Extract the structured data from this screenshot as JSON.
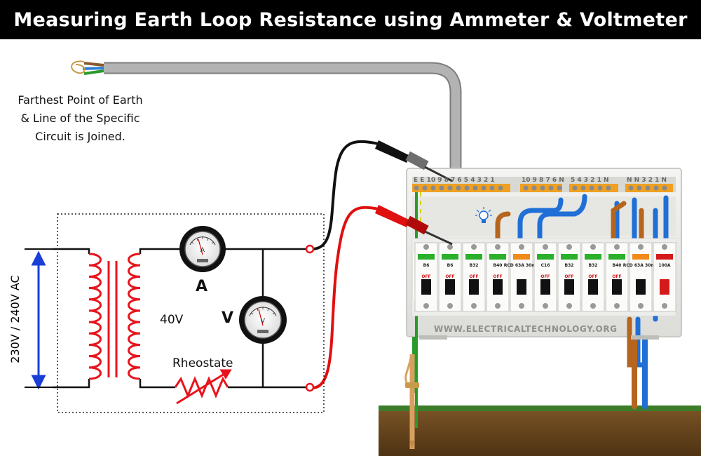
{
  "title": "Measuring Earth Loop Resistance using Ammeter & Voltmeter",
  "note": "Farthest Point of Earth & Line of the Specific Circuit is Joined.",
  "labels": {
    "supply": "230V / 240V AC",
    "secondary_voltage": "40V",
    "ammeter": "A",
    "voltmeter": "V",
    "rheostat": "Rheostate",
    "meter_ammeter_face": "A",
    "meter_voltmeter_face": "V"
  },
  "watermark": "WWW.ELECTRICALTECHNOLOGY.ORG",
  "terminal_strips": {
    "earth_bar": "E E 10 9 8 7 6 5 4 3 2 1",
    "neutral_bar_1": "10 9 8 7 6 N",
    "neutral_bar_2": "5 4 3 2 1 N",
    "neutral_bar_3": "N N 3 2 1 N"
  },
  "breakers": [
    {
      "rating": "B6",
      "state": "OFF"
    },
    {
      "rating": "B6",
      "state": "OFF"
    },
    {
      "rating": "B32",
      "state": "OFF"
    },
    {
      "rating": "B40",
      "state": "OFF"
    },
    {
      "rating": "RCD 63A 30mA",
      "state": ""
    },
    {
      "rating": "C16",
      "state": "OFF"
    },
    {
      "rating": "B32",
      "state": "OFF"
    },
    {
      "rating": "B32",
      "state": "OFF"
    },
    {
      "rating": "B40",
      "state": "OFF"
    },
    {
      "rating": "RCD 63A 30mA",
      "state": ""
    },
    {
      "rating": "100A",
      "state": ""
    }
  ],
  "colors": {
    "title_bg": "#000000",
    "circuit_red": "#e8141c",
    "wire_black": "#111111",
    "wire_red": "#e01010",
    "supply_arrow": "#1a3fd8",
    "cable_grey": "#a9a9a9",
    "soil": "#6b4a22",
    "grass": "#3d7d2a",
    "panel": "#ececea",
    "terminal_orange": "#f0a020"
  }
}
